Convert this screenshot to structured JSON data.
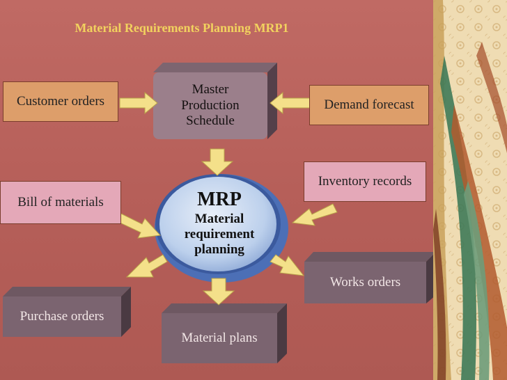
{
  "title": "Material Requirements Planning MRP1",
  "master": {
    "lines": [
      "Master",
      "Production",
      "Schedule"
    ]
  },
  "inputs": {
    "customer_orders": "Customer orders",
    "demand_forecast": "Demand forecast",
    "inventory_records": "Inventory records",
    "bill_of_materials": "Bill of materials"
  },
  "center": {
    "heading": "MRP",
    "lines": [
      "Material",
      "requirement",
      "planning"
    ]
  },
  "outputs": {
    "works_orders": "Works orders",
    "purchase_orders": "Purchase orders",
    "material_plans": "Material plans"
  },
  "colors": {
    "background": "#b8605a",
    "title": "#f2d25e",
    "orange_box": "#dd9e6a",
    "pink_box": "#e4a8b8",
    "gray_box": "#7b6470",
    "arrow": "#f4e08a"
  }
}
